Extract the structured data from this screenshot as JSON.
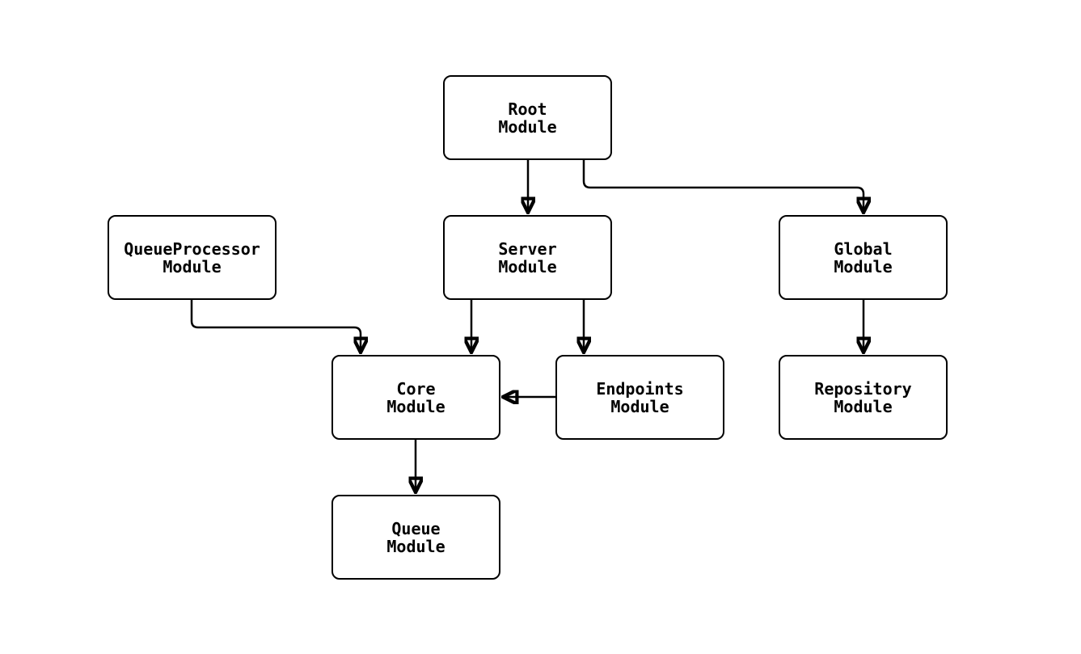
{
  "diagram": {
    "type": "flowchart",
    "direction": "top-down",
    "nodes": [
      {
        "id": "root",
        "label": "Root\nModule"
      },
      {
        "id": "server",
        "label": "Server\nModule"
      },
      {
        "id": "global",
        "label": "Global\nModule"
      },
      {
        "id": "queueProcessor",
        "label": "QueueProcessor\nModule"
      },
      {
        "id": "core",
        "label": "Core\nModule"
      },
      {
        "id": "endpoints",
        "label": "Endpoints\nModule"
      },
      {
        "id": "repository",
        "label": "Repository\nModule"
      },
      {
        "id": "queue",
        "label": "Queue\nModule"
      }
    ],
    "edges": [
      {
        "from": "root",
        "to": "server"
      },
      {
        "from": "root",
        "to": "global"
      },
      {
        "from": "queueProcessor",
        "to": "core"
      },
      {
        "from": "server",
        "to": "core"
      },
      {
        "from": "server",
        "to": "endpoints"
      },
      {
        "from": "endpoints",
        "to": "core"
      },
      {
        "from": "core",
        "to": "queue"
      },
      {
        "from": "global",
        "to": "repository"
      }
    ],
    "colors": {
      "background": "#ffffff",
      "node_fill": "#ffffff",
      "node_border": "#000000",
      "edge": "#000000",
      "text": "#000000"
    }
  }
}
